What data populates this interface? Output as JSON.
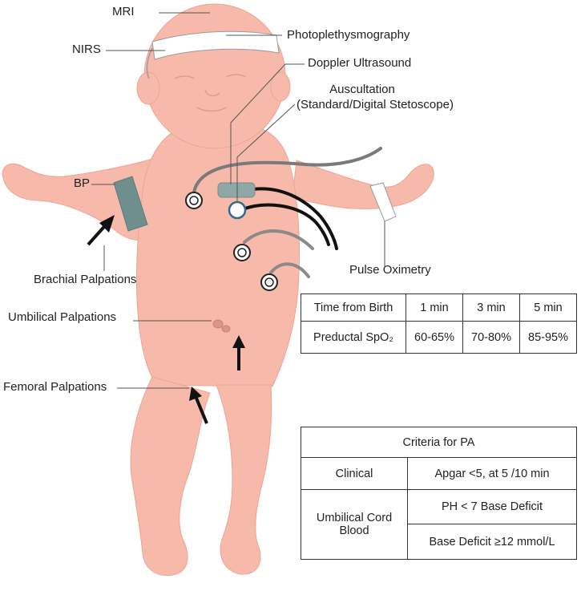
{
  "labels": {
    "mri": "MRI",
    "nirs": "NIRS",
    "ppg": "Photoplethysmography",
    "doppler": "Doppler Ultrasound",
    "auscultation_1": "Auscultation",
    "auscultation_2": "(Standard/Digital Stetoscope)",
    "bp": "BP",
    "brachial": "Brachial Palpations",
    "umbilical": "Umbilical Palpations",
    "femoral": "Femoral Palpations",
    "pulse_ox": "Pulse Oximetry"
  },
  "spo2_table": {
    "header": [
      "Time from Birth",
      "1 min",
      "3 min",
      "5 min"
    ],
    "row_label": "Preductal SpO₂",
    "values": [
      "60-65%",
      "70-80%",
      "85-95%"
    ]
  },
  "pa_table": {
    "title": "Criteria for PA",
    "clinical_label": "Clinical",
    "clinical_value": "Apgar <5, at 5 /10 min",
    "cord_label_1": "Umbilical Cord",
    "cord_label_2": "Blood",
    "cord_value_1": "PH < 7 Base Deficit",
    "cord_value_2": "Base Deficit ≥12 mmol/L"
  },
  "colors": {
    "skin": "#f7b9aa",
    "skin_dark": "#e9a393",
    "cuff": "#6f8f8f",
    "band": "#ffffff",
    "lead_gray": "#7a7a7a",
    "lead_black": "#111111",
    "line": "#555555"
  }
}
